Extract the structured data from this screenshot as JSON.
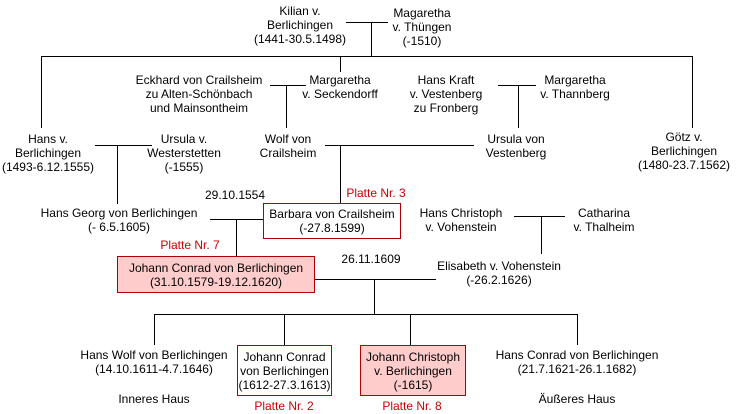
{
  "persons": {
    "kilian": {
      "lines": [
        "Kilian v.",
        "Berlichingen",
        "(1441-30.5.1498)"
      ]
    },
    "margaretha_thuengen": {
      "lines": [
        "Magaretha",
        "v. Thüngen",
        "(-1510)"
      ]
    },
    "eckhard": {
      "lines": [
        "Eckhard von Crailsheim",
        "zu Alten-Schönbach",
        "und Mainsontheim"
      ]
    },
    "margaretha_seckendorff": {
      "lines": [
        "Margaretha",
        "v. Seckendorff"
      ]
    },
    "hans_kraft": {
      "lines": [
        "Hans Kraft",
        "v. Vestenberg",
        "zu Fronberg"
      ]
    },
    "margaretha_thannberg": {
      "lines": [
        "Margaretha",
        "v. Thannberg"
      ]
    },
    "hans_berlichingen": {
      "lines": [
        "Hans v.",
        "Berlichingen",
        "(1493-6.12.1555)"
      ]
    },
    "ursula_westerstetten": {
      "lines": [
        "Ursula v.",
        "Westerstetten",
        "(-1555)"
      ]
    },
    "wolf_crailsheim": {
      "lines": [
        "Wolf von",
        "Crailsheim"
      ]
    },
    "ursula_vestenberg": {
      "lines": [
        "Ursula von",
        "Vestenberg"
      ]
    },
    "goetz": {
      "lines": [
        "Götz v.",
        "Berlichingen",
        "(1480-23.7.1562)"
      ]
    },
    "hans_georg": {
      "lines": [
        "Hans Georg von Berlichingen",
        "(- 6.5.1605)"
      ]
    },
    "barbara": {
      "lines": [
        "Barbara von Crailsheim",
        "(-27.8.1599)"
      ]
    },
    "hans_christoph_vohenstein": {
      "lines": [
        "Hans Christoph",
        "v. Vohenstein"
      ]
    },
    "catharina_thalheim": {
      "lines": [
        "Catharina",
        "v. Thalheim"
      ]
    },
    "johann_conrad_elder": {
      "lines": [
        "Johann Conrad von Berlichingen",
        "(31.10.1579-19.12.1620)"
      ]
    },
    "elisabeth_vohenstein": {
      "lines": [
        "Elisabeth v. Vohenstein",
        "(-26.2.1626)"
      ]
    },
    "hans_wolf": {
      "lines": [
        "Hans Wolf von Berlichingen",
        "(14.10.1611-4.7.1646)"
      ]
    },
    "johann_conrad_younger": {
      "lines": [
        "Johann Conrad",
        "von Berlichingen",
        "(1612-27.3.1613)"
      ]
    },
    "johann_christoph": {
      "lines": [
        "Johann Christoph",
        "v. Berlichingen",
        "(-1615)"
      ]
    },
    "hans_conrad": {
      "lines": [
        "Hans Conrad von Berlichingen",
        "(21.7.1621-26.1.1682)"
      ]
    }
  },
  "marriage_dates": {
    "hans_georg_barbara": "29.10.1554",
    "johann_conrad_elisabeth": "26.11.1609"
  },
  "plates": {
    "barbara": "Platte Nr. 3",
    "johann_conrad_elder": "Platte Nr. 7",
    "johann_conrad_younger": "Platte Nr. 2",
    "johann_christoph": "Platte Nr. 8"
  },
  "houses": {
    "hans_wolf": "Inneres Haus",
    "hans_conrad": "Äußeres Haus"
  },
  "colors": {
    "lines": "#000000",
    "plate_label": "#cc0000",
    "box_border": "#b00000",
    "highlight_fill": "#ffcccc"
  }
}
